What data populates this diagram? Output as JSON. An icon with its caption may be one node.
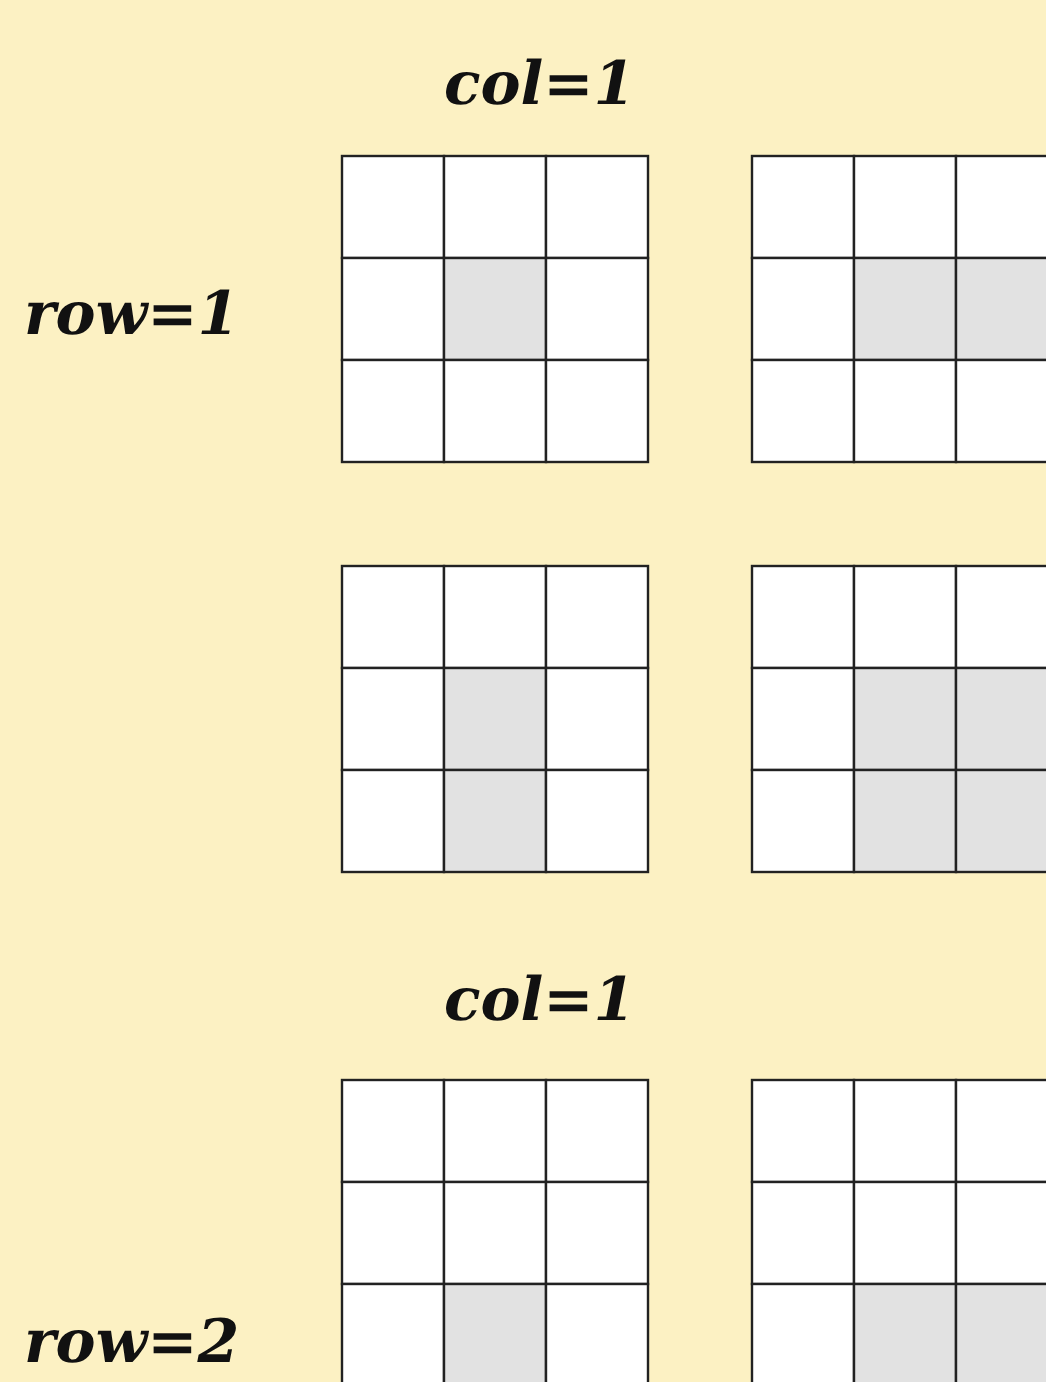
{
  "diagram": {
    "labels": [
      "col=1",
      "row=1",
      "col=1",
      "row=2"
    ]
  }
}
